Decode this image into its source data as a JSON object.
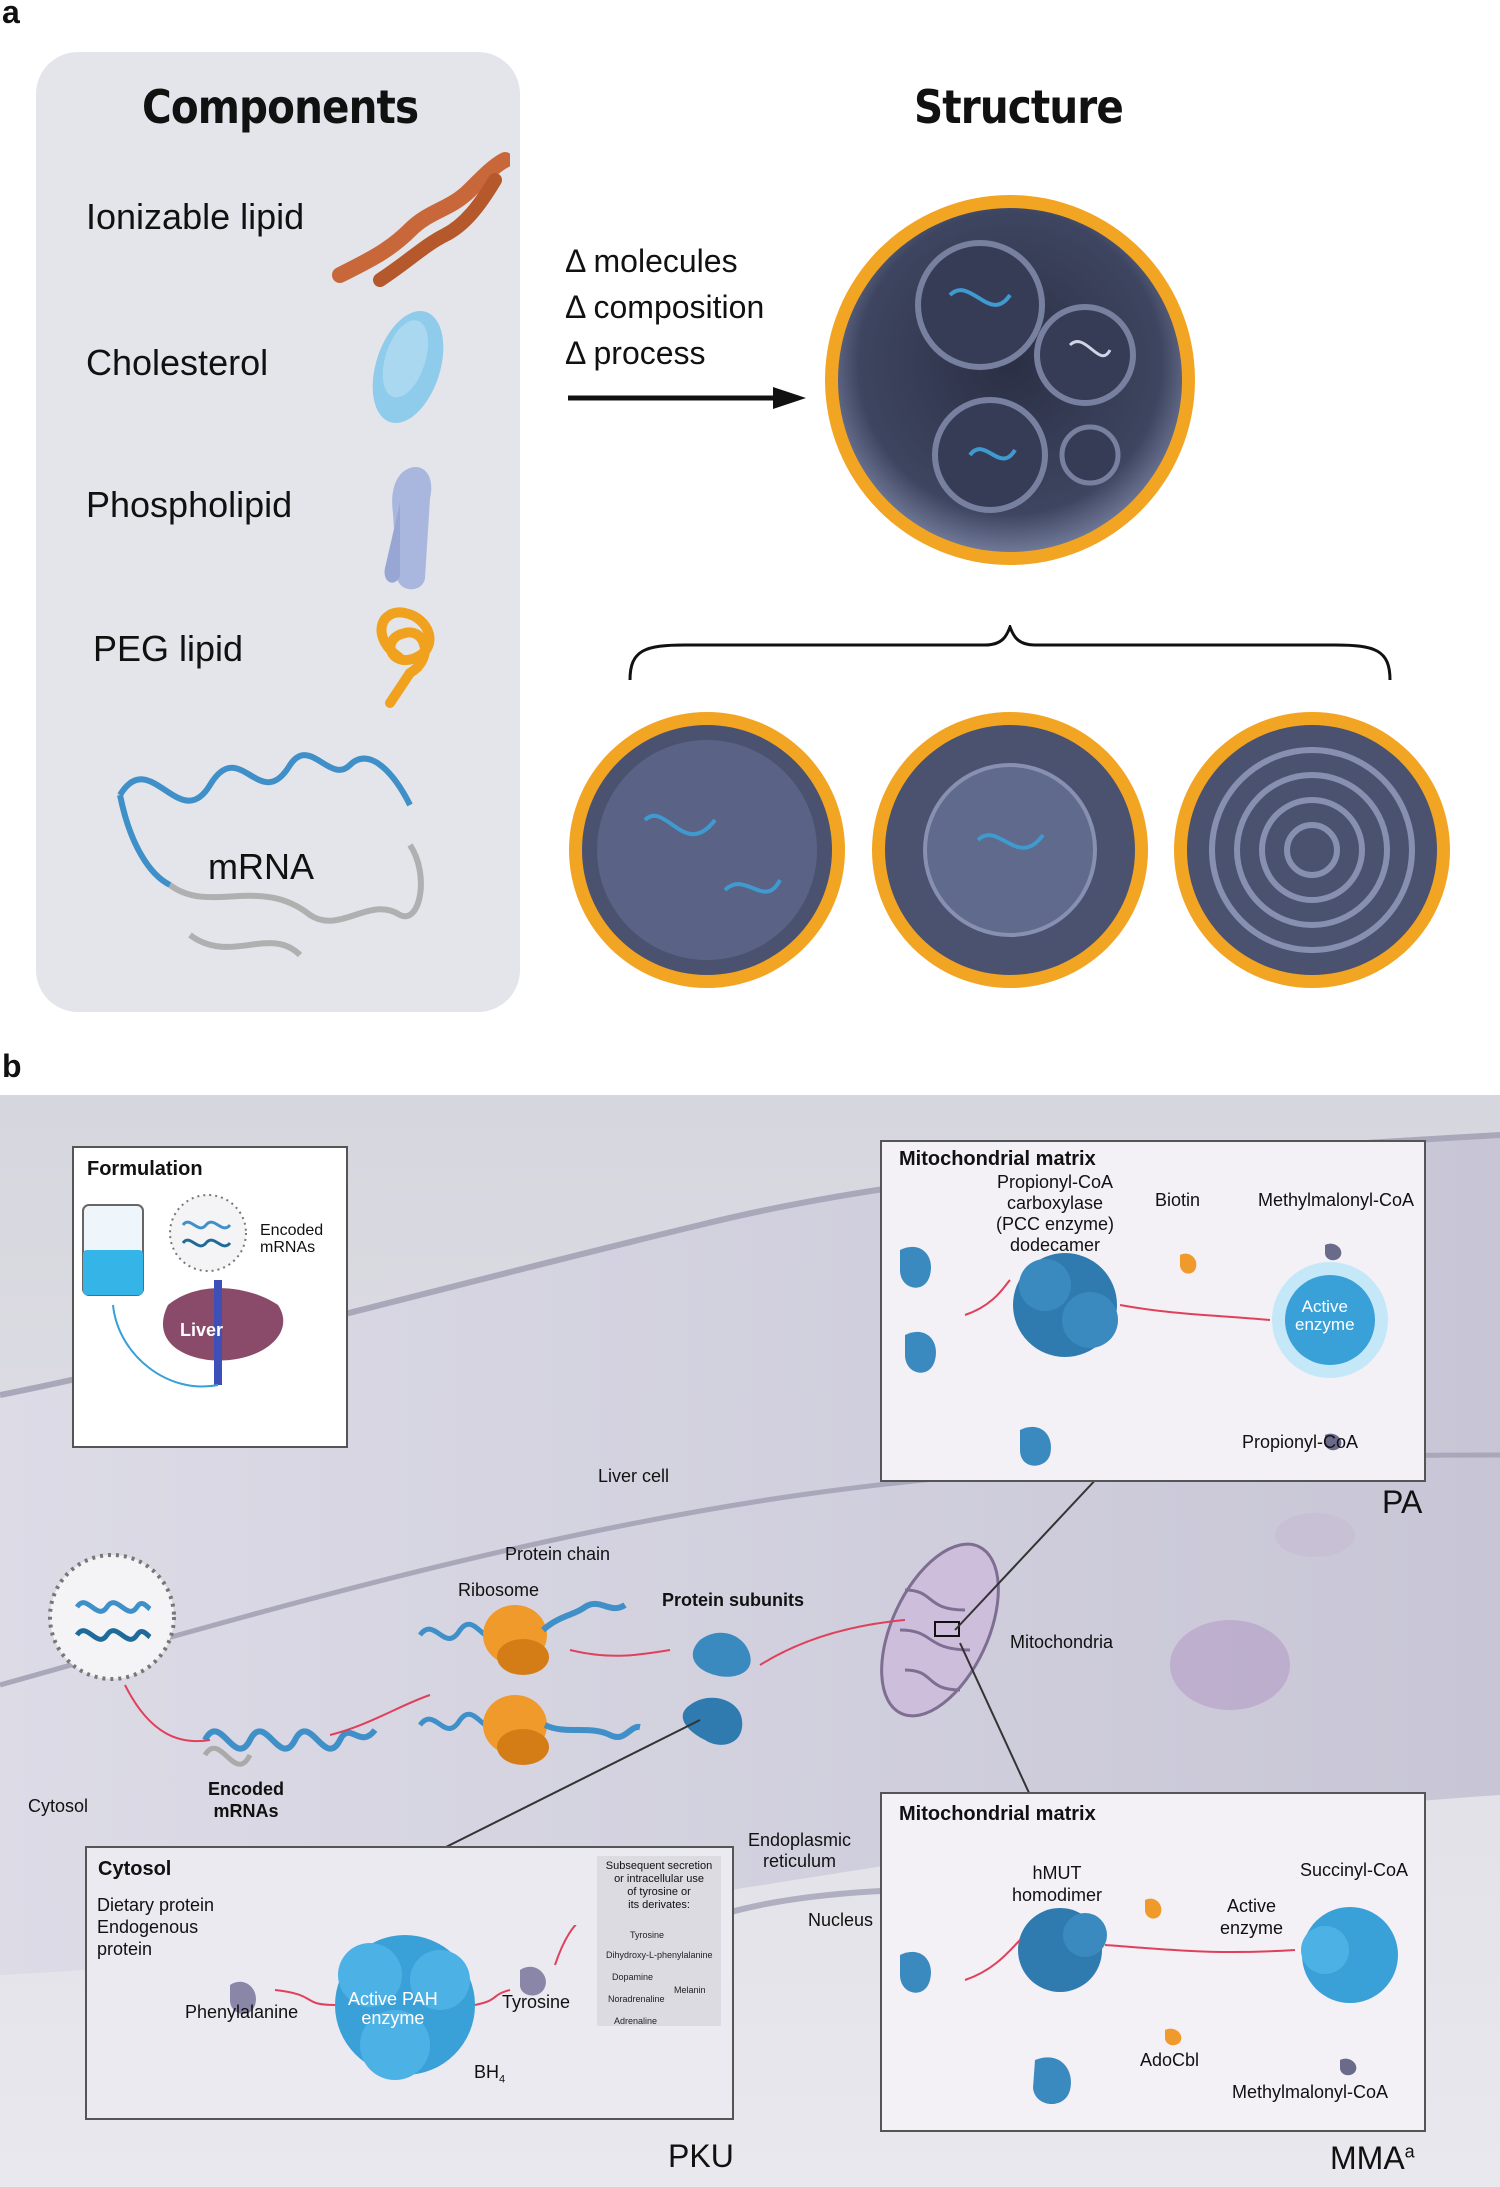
{
  "panel_a": {
    "letter": "a",
    "components_heading": "Components",
    "structure_heading": "Structure",
    "components": [
      {
        "label": "Ionizable lipid",
        "icon": "ionizable-lipid-icon",
        "color": "#c8683a"
      },
      {
        "label": "Cholesterol",
        "icon": "cholesterol-icon",
        "color": "#8fcbea"
      },
      {
        "label": "Phospholipid",
        "icon": "phospholipid-icon",
        "color": "#a9b6de"
      },
      {
        "label": "PEG lipid",
        "icon": "peg-lipid-icon",
        "color": "#f0a21e"
      },
      {
        "label": "mRNA",
        "icon": "mrna-icon",
        "color": "#3f8fc8"
      }
    ],
    "deltas": [
      "Δ molecules",
      "Δ composition",
      "Δ process"
    ]
  },
  "panel_b": {
    "letter": "b",
    "formulation": {
      "title": "Formulation",
      "encoded_mrnas": "Encoded\nmRNAs",
      "liver": "Liver"
    },
    "labels": {
      "liver_cell": "Liver cell",
      "protein_chain": "Protein chain",
      "ribosome": "Ribosome",
      "protein_subunits": "Protein subunits",
      "mitochondria": "Mitochondria",
      "cytosol": "Cytosol",
      "encoded_mrnas": "Encoded\nmRNAs",
      "er": "Endoplasmic\nreticulum",
      "nucleus": "Nucleus"
    },
    "pa_inset": {
      "title": "Mitochondrial matrix",
      "pcc": "Propionyl-CoA\ncarboxylase\n(PCC enzyme)\ndodecamer",
      "biotin": "Biotin",
      "product": "Methylmalonyl-CoA",
      "active": "Active\nenzyme",
      "substrate": "Propionyl-CoA",
      "disease": "PA"
    },
    "mma_inset": {
      "title": "Mitochondrial matrix",
      "hmut": "hMUT\nhomodimer",
      "active": "Active\nenzyme",
      "product": "Succinyl-CoA",
      "cofactor": "AdoCbl",
      "substrate": "Methylmalonyl-CoA",
      "disease": "MMA",
      "disease_sup": "a"
    },
    "pku_inset": {
      "title": "Cytosol",
      "sources": "Dietary protein\nEndogenous\nprotein",
      "phe": "Phenylalanine",
      "pah": "Active PAH\nenzyme",
      "bh4": "BH",
      "bh4_sub": "4",
      "tyr": "Tyrosine",
      "secretion": "Subsequent secretion\nor intracellular use\nof tyrosine or\nits derivates:",
      "path": [
        "Tyrosine",
        "Dihydroxy-L-phenylalanine",
        "Dopamine",
        "Melanin",
        "Noradrenaline",
        "Adrenaline"
      ],
      "disease": "PKU"
    }
  }
}
